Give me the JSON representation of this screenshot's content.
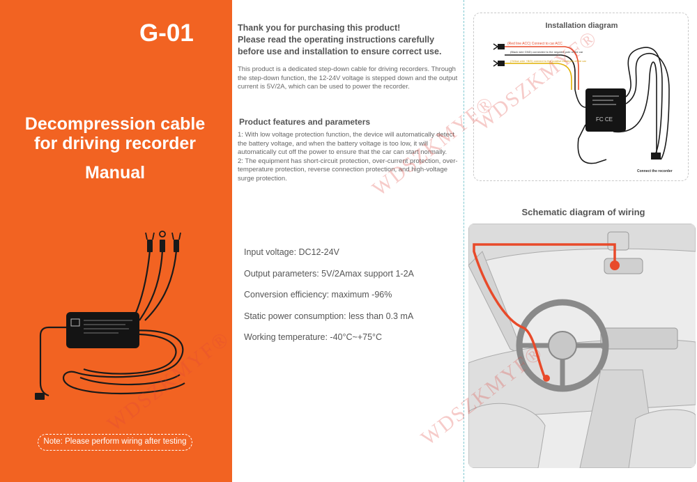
{
  "left": {
    "model": "G-01",
    "title_line1": "Decompression cable",
    "title_line2": "for driving recorder",
    "manual": "Manual",
    "note": "Note: Please perform wiring after testing"
  },
  "middle": {
    "thanks": [
      "Thank you for purchasing this product!",
      "Please read the operating instructions carefully",
      "before use and installation to ensure correct use."
    ],
    "intro": "This product is a dedicated step-down cable for driving recorders. Through the step-down function, the 12-24V voltage is stepped down and the output current is 5V/2A, which can be used to power the recorder.",
    "features_heading": "Product features and parameters",
    "features": [
      "1: With low voltage protection function, the device will automatically detect the battery voltage, and when the battery voltage is too low, it will automatically cut off the power to ensure that the car can start normally.",
      "2: The equipment has short-circuit protection, over-current protection, over-temperature protection, reverse connection protection, and high-voltage surge protection."
    ],
    "params": [
      "Input voltage: DC12-24V",
      "Output parameters: 5V/2Amax support 1-2A",
      "Conversion efficiency: maximum -96%",
      "Static power consumption: less than 0.3 mA",
      "Working temperature: -40°C~+75°C"
    ]
  },
  "right": {
    "install_title": "Installation diagram",
    "label_red": "(Red line ACC) Connect to car ACC",
    "label_black": "(Black wire GND) connected to the negative pole of the car",
    "label_yellow": "(Yellow wire +B/D) connect to the positive electrode of the car",
    "label_recorder": "Connect the recorder",
    "schematic_title": "Schematic diagram of wiring"
  },
  "watermark": "WDSZKMYF®",
  "colors": {
    "orange": "#f26322",
    "wire_red": "#e84a2a",
    "separator": "#7fc8d0"
  }
}
